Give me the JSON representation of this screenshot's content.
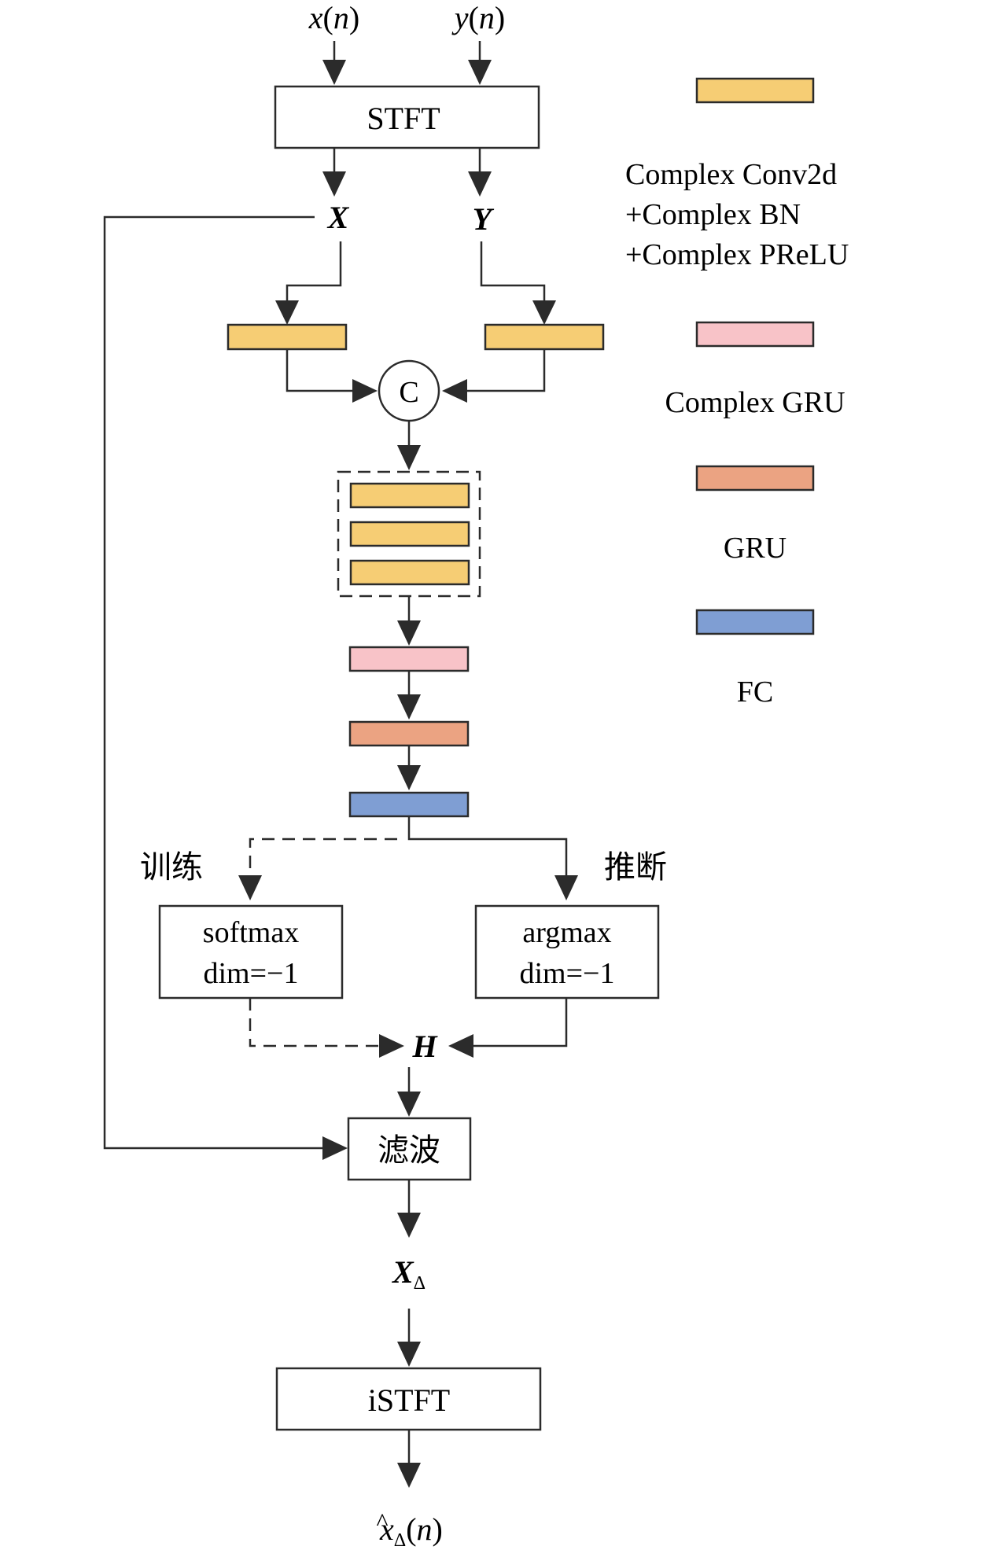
{
  "inputs": {
    "x_in": {
      "var": "x",
      "arg": "n"
    },
    "y_in": {
      "var": "y",
      "arg": "n"
    }
  },
  "stft_label": "STFT",
  "X_label": "X",
  "Y_label": "Y",
  "concat_label": "C",
  "H_label": "H",
  "branch_train_label": "训练",
  "branch_infer_label": "推断",
  "softmax_box": {
    "line1": "softmax",
    "line2": "dim=−1"
  },
  "argmax_box": {
    "line1": "argmax",
    "line2": "dim=−1"
  },
  "filter_label": "滤波",
  "X_delta": {
    "base": "X",
    "sub": "Δ"
  },
  "istft_label": "iSTFT",
  "output": {
    "hat": "^",
    "var": "x",
    "sub": "Δ",
    "arg": "n"
  },
  "legend": {
    "conv": {
      "lines": [
        "Complex Conv2d",
        "+Complex BN",
        "+Complex PReLU"
      ]
    },
    "cgru": {
      "label": "Complex GRU"
    },
    "gru": {
      "label": "GRU"
    },
    "fc": {
      "label": "FC"
    }
  },
  "colors": {
    "conv": "#F6CD74",
    "complex_gru": "#F8C3C8",
    "gru": "#EBA382",
    "fc": "#7F9ED3",
    "line": "#2b2b2b"
  }
}
